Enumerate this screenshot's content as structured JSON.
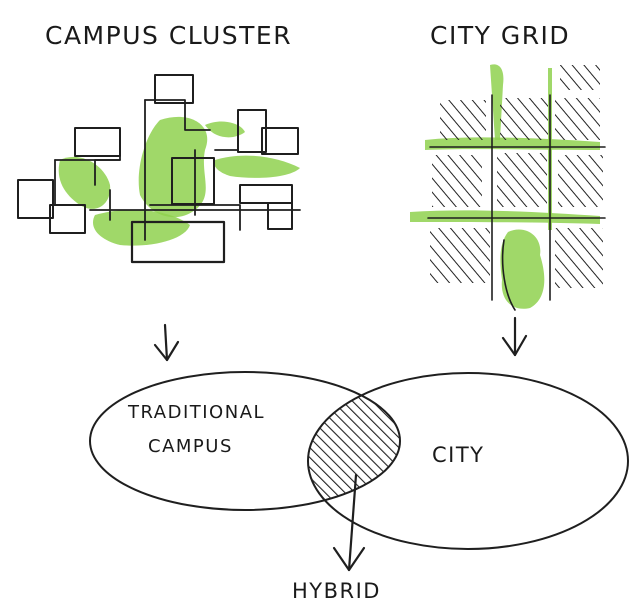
{
  "diagram": {
    "titles": {
      "campus_cluster": "CAMPUS CLUSTER",
      "city_grid": "CITY GRID"
    },
    "ellipse_labels": {
      "traditional_line1": "TRADITIONAL",
      "traditional_line2": "CAMPUS",
      "city": "CITY"
    },
    "result_label": "HYBRID",
    "colors": {
      "ink": "#1f1f1f",
      "green": "#8fd14f",
      "background": "#ffffff"
    }
  }
}
